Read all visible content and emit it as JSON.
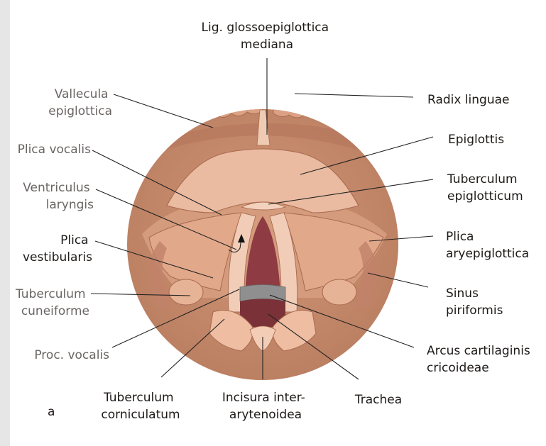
{
  "labels": {
    "lig_glosso_l1": "Lig. glossoepiglottica",
    "lig_glosso_l2": "mediana",
    "vallecula_l1": "Vallecula",
    "vallecula_l2": "epiglottica",
    "radix": "Radix linguae",
    "epiglottis": "Epiglottis",
    "plica_vocalis": "Plica vocalis",
    "tuberculum_epi_l1": "Tuberculum",
    "tuberculum_epi_l2": "epiglotticum",
    "ventriculus_l1": "Ventriculus",
    "ventriculus_l2": "laryngis",
    "plica_vest_l1": "Plica",
    "plica_vest_l2": "vestibularis",
    "plica_arye_l1": "Plica",
    "plica_arye_l2": "aryepiglottica",
    "tuberculum_cun_l1": "Tuberculum",
    "tuberculum_cun_l2": "cuneiforme",
    "sinus_l1": "Sinus",
    "sinus_l2": "piriformis",
    "proc_vocalis": "Proc. vocalis",
    "arcus_l1": "Arcus cartilaginis",
    "arcus_l2": "cricoideae",
    "tuberculum_cor_l1": "Tuberculum",
    "tuberculum_cor_l2": "corniculatum",
    "incisura_l1": "Incisura inter-",
    "incisura_l2": "arytenoidea",
    "trachea": "Trachea",
    "panel_letter": "a"
  },
  "colors": {
    "outer_tissue": "#c58a6c",
    "epiglottis": "#eabba0",
    "glottis": "#8f3b43",
    "trachea_lumen": "#7a3238",
    "cricoid_arch": "#8f8f8f",
    "background": "#ffffff"
  }
}
